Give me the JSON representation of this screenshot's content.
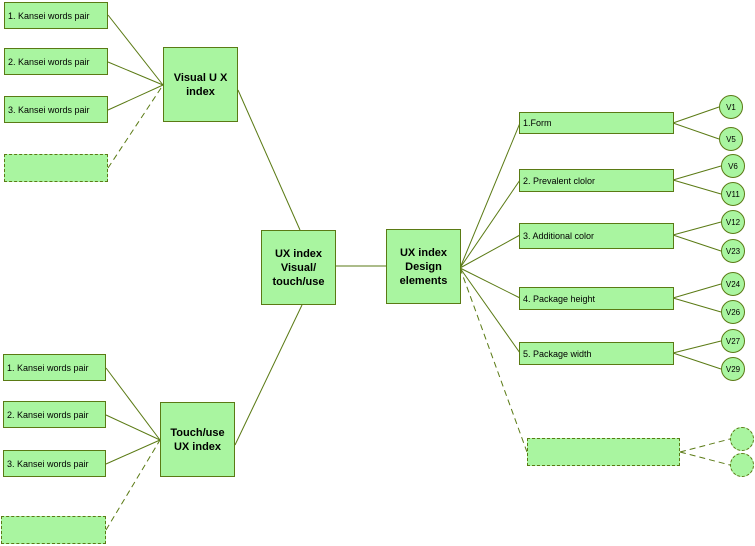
{
  "top_pairs": [
    "1. Kansei  words pair",
    "2. Kansei  words pair",
    "3.  Kansei  words pair"
  ],
  "bottom_pairs": [
    "1. Kansei  words pair",
    "2. Kansei  words pair",
    "3.  Kansei  words pair"
  ],
  "visual_index": {
    "line1": "Visual U X",
    "line2": "index"
  },
  "touch_index": {
    "line1": "Touch/use",
    "line2": "UX index"
  },
  "center": {
    "line1": "UX index",
    "line2": "Visual/",
    "line3": "touch/use"
  },
  "design": {
    "line1": "UX index",
    "line2": "Design",
    "line3": "elements"
  },
  "elements": [
    {
      "label": "1.Form",
      "v_top": "V1",
      "v_bottom": "V5"
    },
    {
      "label": "2.  Prevalent clolor",
      "v_top": "V6",
      "v_bottom": "V11"
    },
    {
      "label": "3.  Additional color",
      "v_top": "V12",
      "v_bottom": "V23"
    },
    {
      "label": "4.  Package height",
      "v_top": "V24",
      "v_bottom": "V26"
    },
    {
      "label": "5.  Package width",
      "v_top": "V27",
      "v_bottom": "V29"
    }
  ],
  "colors": {
    "fill": "#a9f5a0",
    "stroke": "#5a7a14"
  }
}
